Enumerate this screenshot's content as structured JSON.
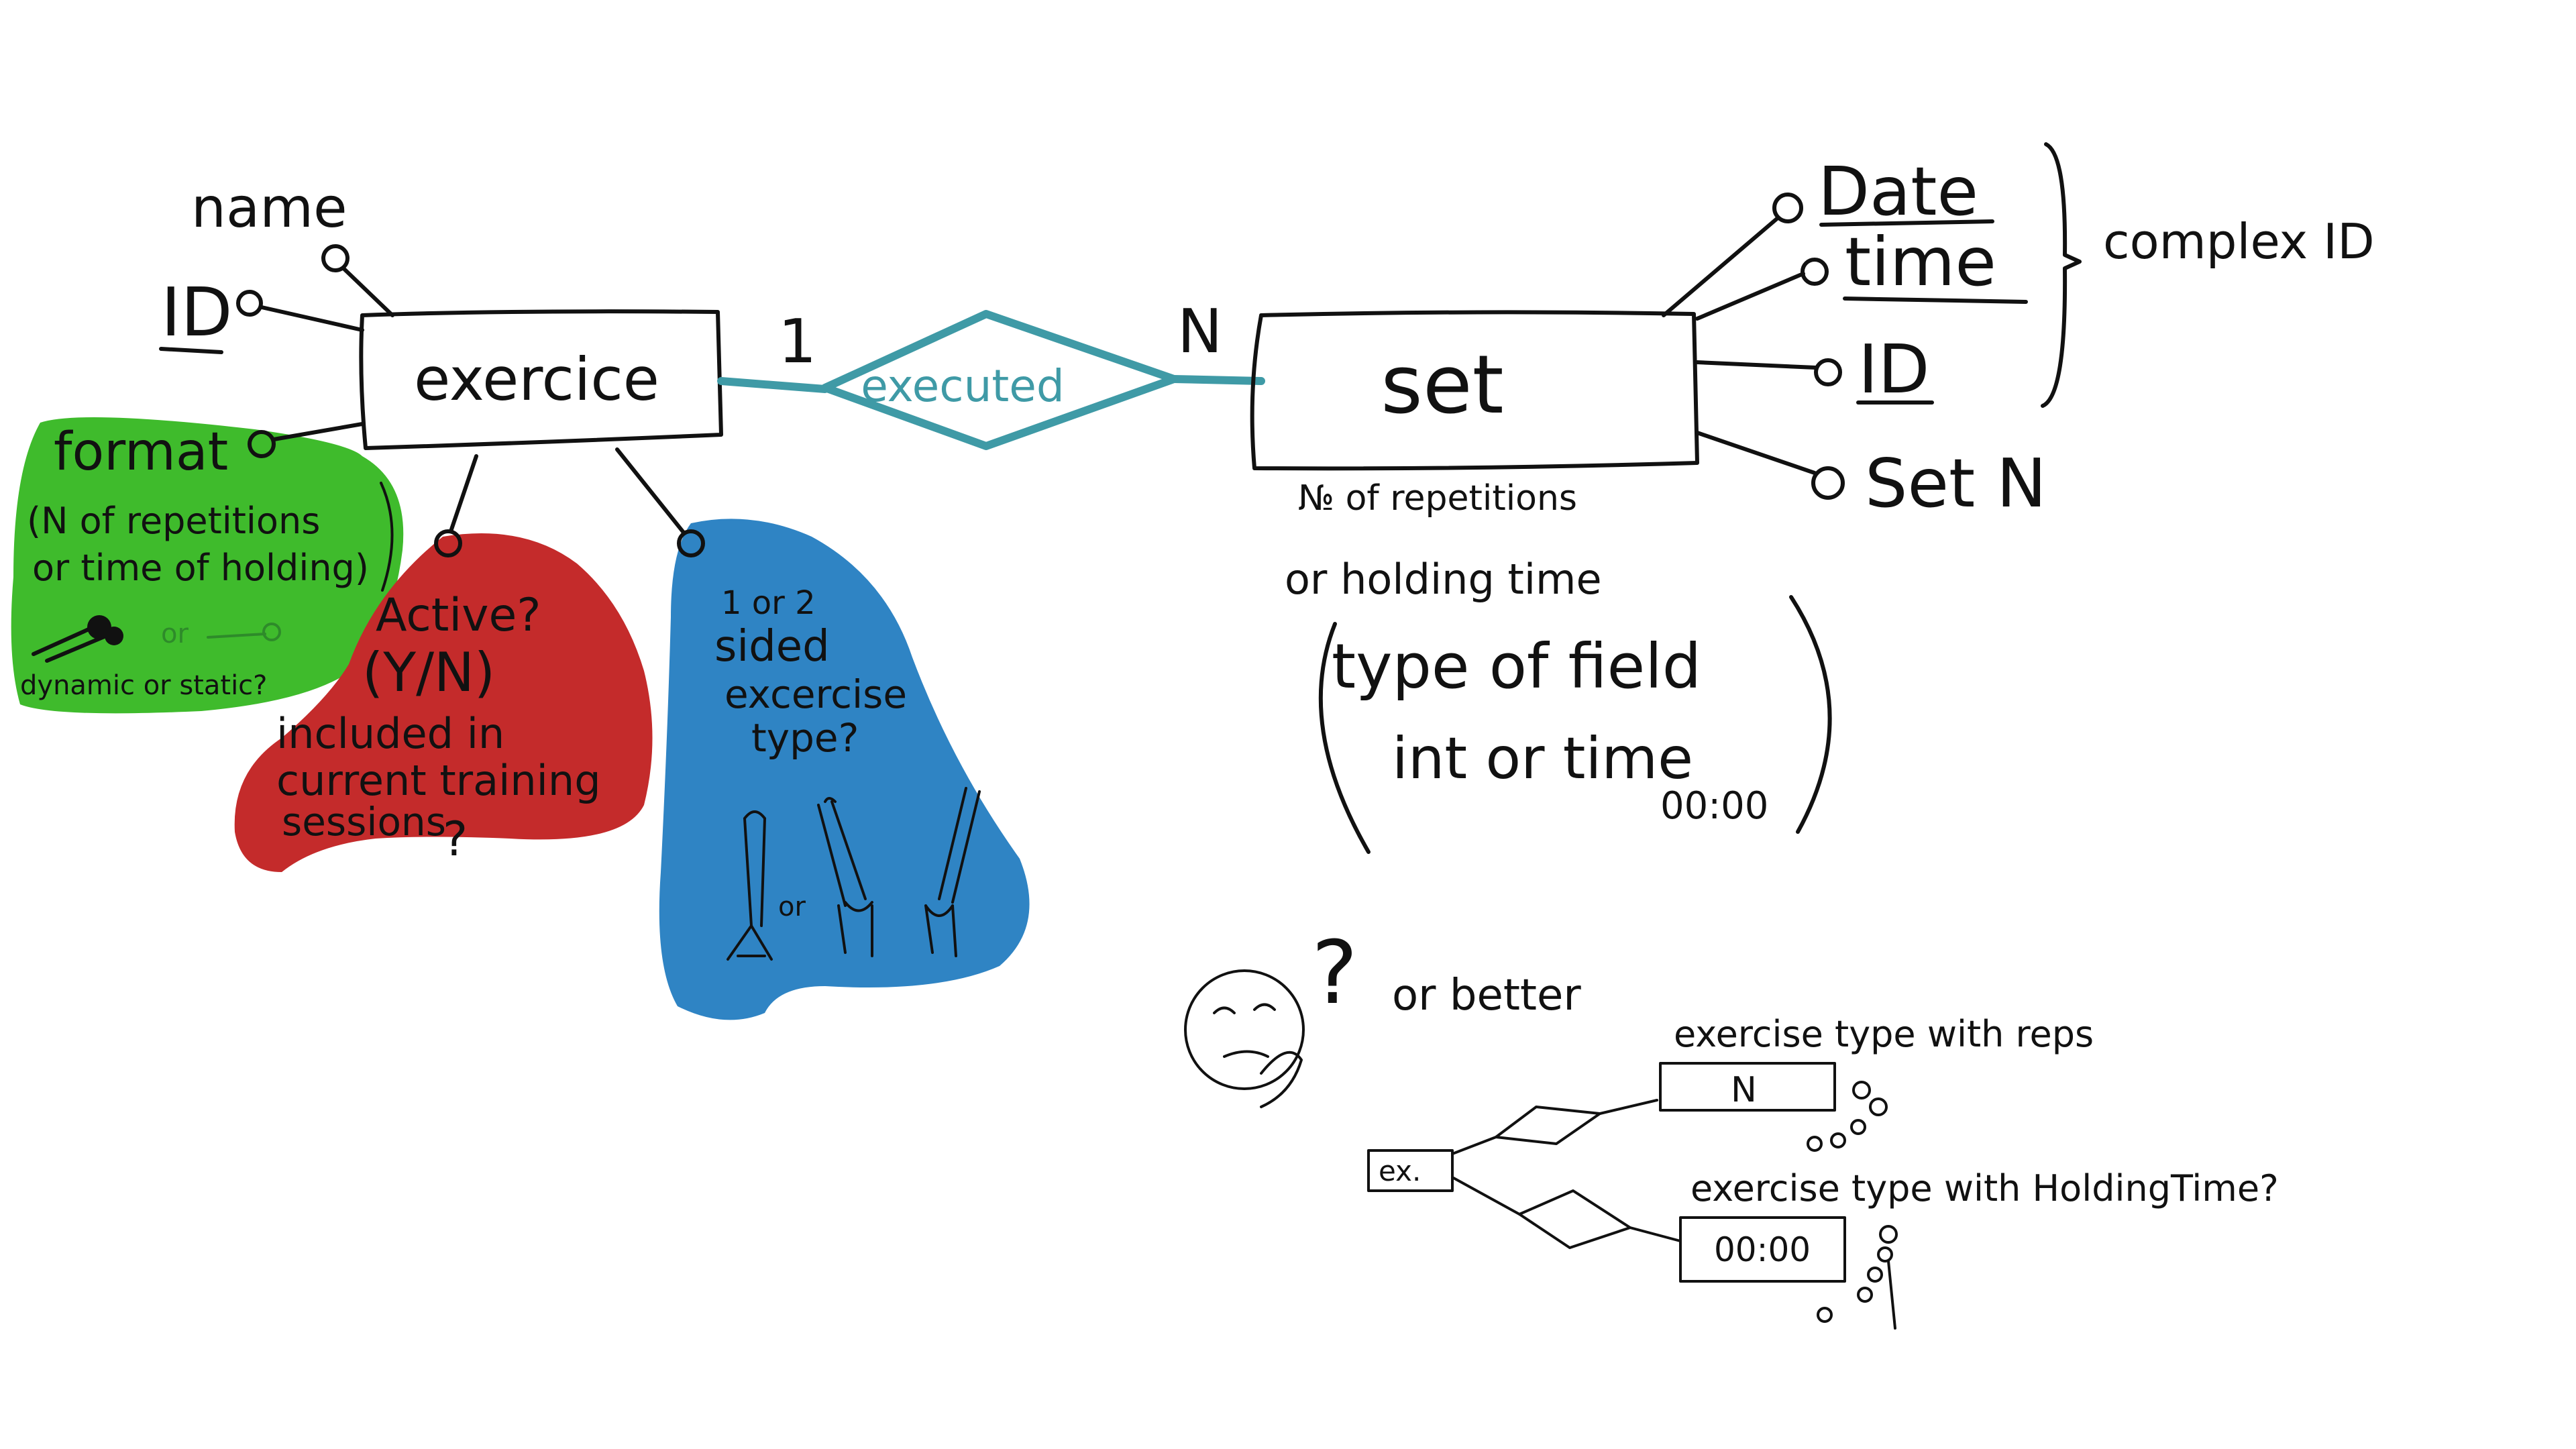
{
  "colors": {
    "ink": "#111111",
    "relationship": "#3f9aa6",
    "green_note": "#3fbb2c",
    "red_note": "#c42b2b",
    "blue_note": "#2f84c4"
  },
  "exercise_entity": {
    "label": "exercice",
    "attr_name": "name",
    "attr_id": "ID",
    "attr_format": "format"
  },
  "relationship": {
    "label": "executed",
    "card_left": "1",
    "card_right": "N"
  },
  "set_entity": {
    "label": "set",
    "attr_date": "Date",
    "attr_time": "time",
    "attr_id": "ID",
    "attr_set_n": "Set N",
    "complex_id": "complex ID",
    "note_line1": "№ of repetitions",
    "note_line2": "or holding time",
    "type_line1": "type of field",
    "type_line2": "int or time",
    "type_line3": "00:00"
  },
  "green_note": {
    "line1": "(N of repetitions",
    "line2": "or time of holding)",
    "or_label": "or",
    "line3": "dynamic or static?"
  },
  "red_note": {
    "line1": "Active?",
    "line2": "(Y/N)",
    "line3": "included in",
    "line4": "current training",
    "line5": "sessions",
    "line6": "?"
  },
  "blue_note": {
    "line1": "1 or 2",
    "line2": "sided",
    "line3": "excercise",
    "line4": "type?",
    "or_label": "or"
  },
  "alternative": {
    "question": "?",
    "or_better": "or better",
    "ex_label": "ex.",
    "reps_title": "exercise type with reps",
    "reps_box": "N",
    "hold_title": "exercise type with HoldingTime?",
    "hold_box": "00:00"
  }
}
